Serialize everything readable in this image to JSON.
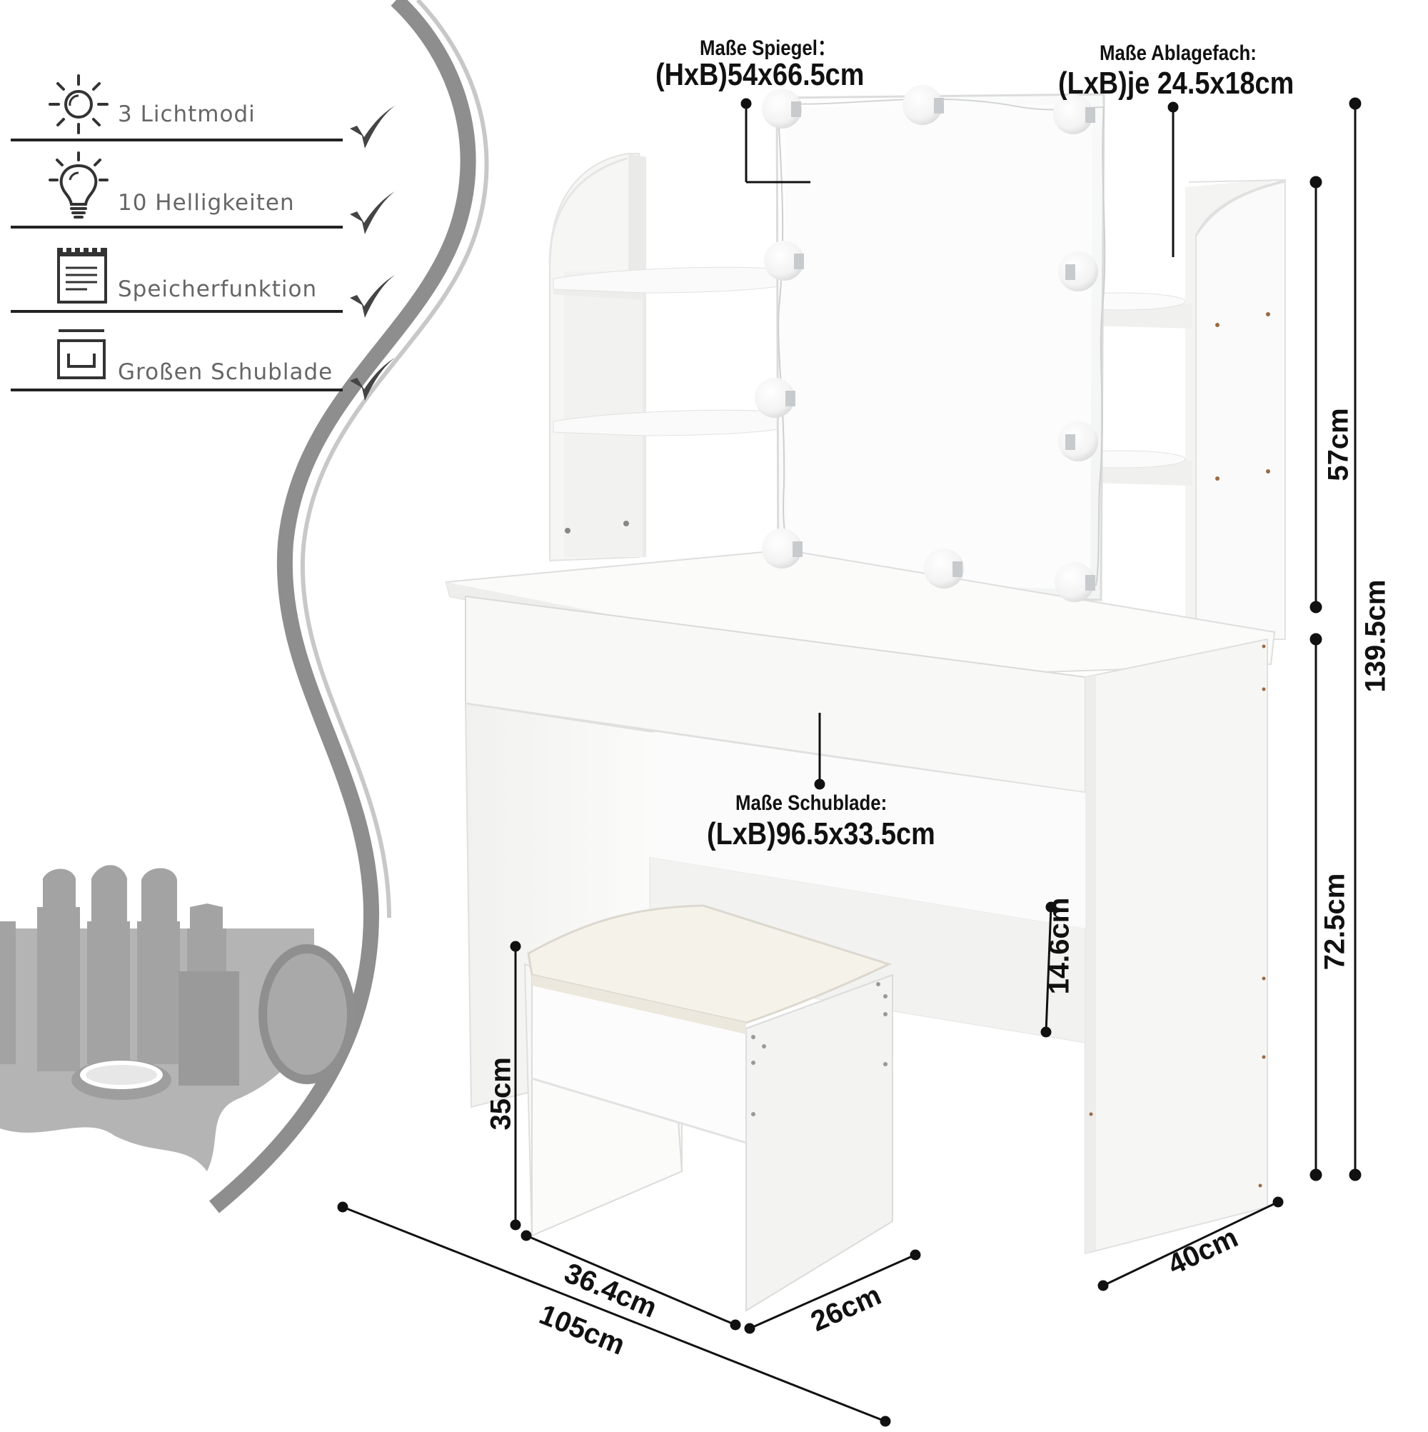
{
  "features": [
    {
      "label": "3 Lichtmodi",
      "icon": "sun-icon"
    },
    {
      "label": "10 Helligkeiten",
      "icon": "lightbulb-icon"
    },
    {
      "label": "Speicherfunktion",
      "icon": "memory-calendar-icon"
    },
    {
      "label": "Großen Schublade",
      "icon": "drawer-icon"
    }
  ],
  "annotations": {
    "mirror_title": "Maße Spiegel：",
    "mirror_value": "(HxB)54x66.5cm",
    "shelf_title": "Maße Ablagefach:",
    "shelf_value": "(LxB)je 24.5x18cm",
    "drawer_title": "Maße Schublade:",
    "drawer_value": "(LxB)96.5x33.5cm"
  },
  "measurements": {
    "upper_height": "57cm",
    "total_height": "139.5cm",
    "table_height": "72.5cm",
    "leg_gap": "14.6cm",
    "stool_height": "35cm",
    "stool_width": "36.4cm",
    "stool_depth": "26cm",
    "table_width": "105cm",
    "table_depth": "40cm"
  },
  "colors": {
    "accent_grey": "#999999",
    "text": "#111111",
    "furniture": "#f7f7f5"
  }
}
